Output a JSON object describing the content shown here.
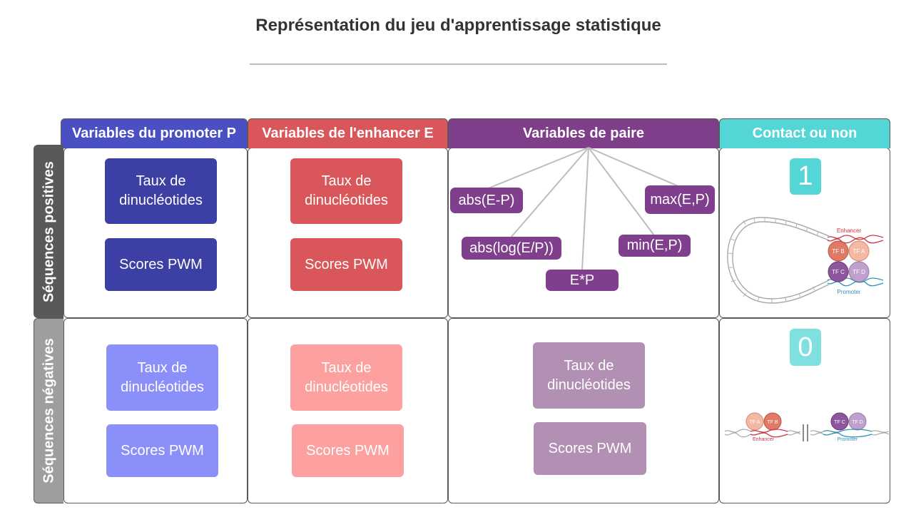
{
  "title": "Représentation du jeu d'apprentissage statistique",
  "columns": [
    {
      "label": "Variables du promoter P",
      "color": "#4b4fc4"
    },
    {
      "label": "Variables de l'enhancer E",
      "color": "#d9575a"
    },
    {
      "label": "Variables de paire",
      "color": "#7e3e8a"
    },
    {
      "label": "Contact ou non",
      "color": "#55d6d6"
    }
  ],
  "rows": [
    {
      "label": "Séquences positives",
      "color": "#595959"
    },
    {
      "label": "Séquences négatives",
      "color": "#9e9e9e"
    }
  ],
  "positive": {
    "promoter": {
      "dinuc": "Taux de dinucléotides",
      "pwm": "Scores PWM",
      "color": "#3c3fa3"
    },
    "enhancer": {
      "dinuc": "Taux de dinucléotides",
      "pwm": "Scores PWM",
      "color": "#d9575a"
    },
    "pair": {
      "color": "#7f3f8c",
      "features": [
        "abs(E-P)",
        "max(E,P)",
        "abs(log(E/P))",
        "min(E,P)",
        "E*P"
      ]
    },
    "contact": {
      "value": "1",
      "color": "#55d6d6"
    }
  },
  "negative": {
    "promoter": {
      "dinuc": "Taux de dinucléotides",
      "pwm": "Scores PWM",
      "color": "#8b8ff9"
    },
    "enhancer": {
      "dinuc": "Taux de dinucléotides",
      "pwm": "Scores PWM",
      "color": "#fca0a0"
    },
    "pair": {
      "dinuc": "Taux de dinucléotides",
      "pwm": "Scores PWM",
      "color": "#b190b3"
    },
    "contact": {
      "value": "0",
      "color": "#7fe0e0"
    }
  },
  "illustration": {
    "enhancer_label": "Enhancer",
    "promoter_label": "Promoter",
    "tf_a": "TF A",
    "tf_b": "TF B",
    "tf_c": "TF C",
    "tf_d": "TF D",
    "enhancer_color": "#c8343e",
    "promoter_color": "#2f8fb5"
  }
}
